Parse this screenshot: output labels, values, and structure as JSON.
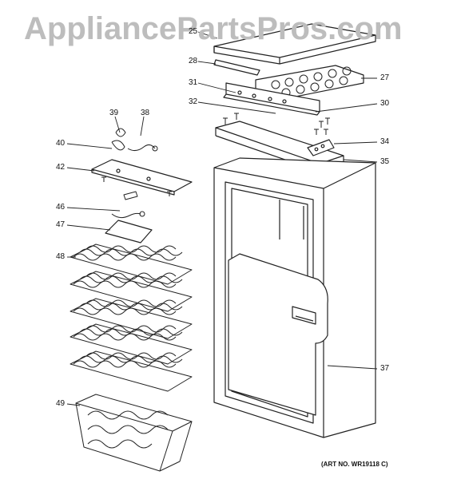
{
  "watermark": "AppliancePartsPros.com",
  "art_number": "(ART NO. WR19118 C)",
  "callouts": {
    "c25": "25",
    "c27": "27",
    "c28": "28",
    "c30": "30",
    "c31": "31",
    "c32": "32",
    "c34": "34",
    "c35": "35",
    "c37": "37",
    "c38": "38",
    "c39": "39",
    "c40": "40",
    "c42": "42",
    "c46": "46",
    "c47": "47",
    "c48": "48",
    "c49": "49"
  },
  "colors": {
    "line": "#222222",
    "watermark": "#bdbdbd"
  }
}
